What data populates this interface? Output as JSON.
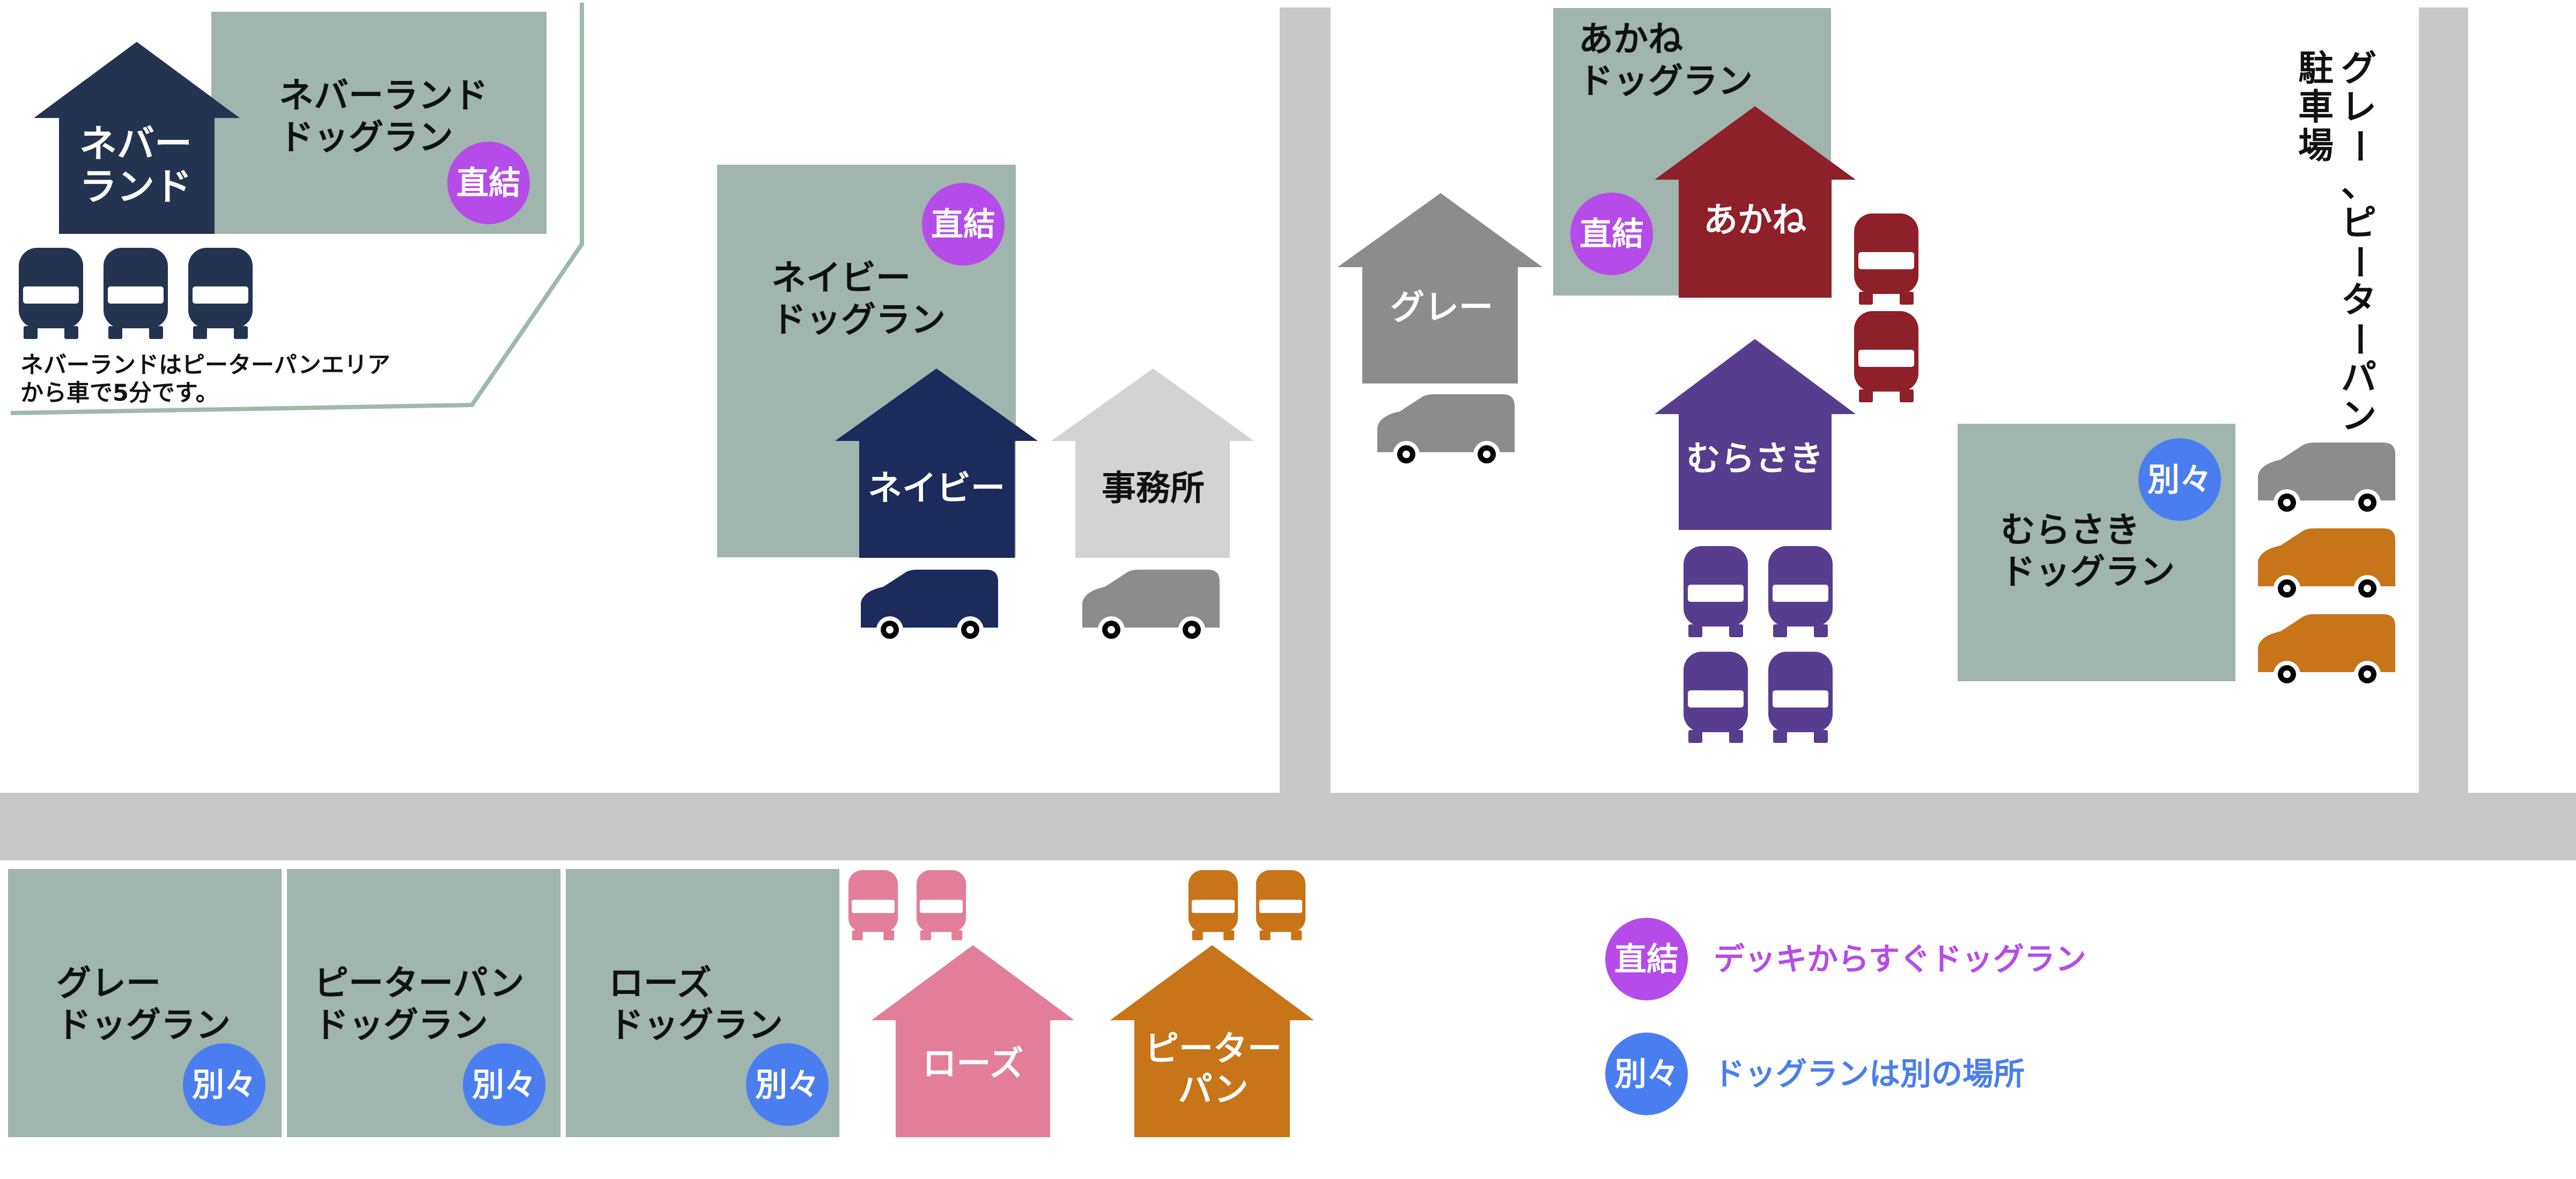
{
  "colors": {
    "road": "#c8c8c8",
    "dogrun": "#9fb5ad",
    "neverland": "#233350",
    "navy": "#1c2a5c",
    "office": "#d3d3d3",
    "gray": "#8c8c8c",
    "akane": "#8e2029",
    "murasaki": "#563d8e",
    "rose": "#e27e99",
    "peter": "#c87418",
    "badge_direct": "#b54be8",
    "badge_separate": "#4a7ef0",
    "boundary": "#9fb9aa"
  },
  "buildings": {
    "neverland": "ネバー\nランド",
    "navy": "ネイビー",
    "office": "事務所",
    "gray": "グレー",
    "akane": "あかね",
    "murasaki": "むらさき",
    "rose": "ローズ",
    "peter": "ピーター\nパン"
  },
  "dogruns": {
    "neverland": "ネバーランド\nドッグラン",
    "navy": "ネイビー\nドッグラン",
    "akane": "あかね\nドッグラン",
    "murasaki": "むらさき\nドッグラン",
    "gray": "グレー\nドッグラン",
    "peter": "ピーターパン\nドッグラン",
    "rose": "ローズ\nドッグラン"
  },
  "badges": {
    "direct": "直結",
    "separate": "別々"
  },
  "notes": {
    "neverland": "ネバーランドはピーターパンエリア\nから車で5分です。"
  },
  "parking": {
    "gray_peter": "グレー、ピーターパン\n駐車場"
  },
  "legend": {
    "direct_text": "デッキからすぐドッグラン",
    "separate_text": "ドッグランは別の場所"
  },
  "icons": {
    "car_front": "car-front-icon",
    "car_side": "van-side-icon"
  }
}
